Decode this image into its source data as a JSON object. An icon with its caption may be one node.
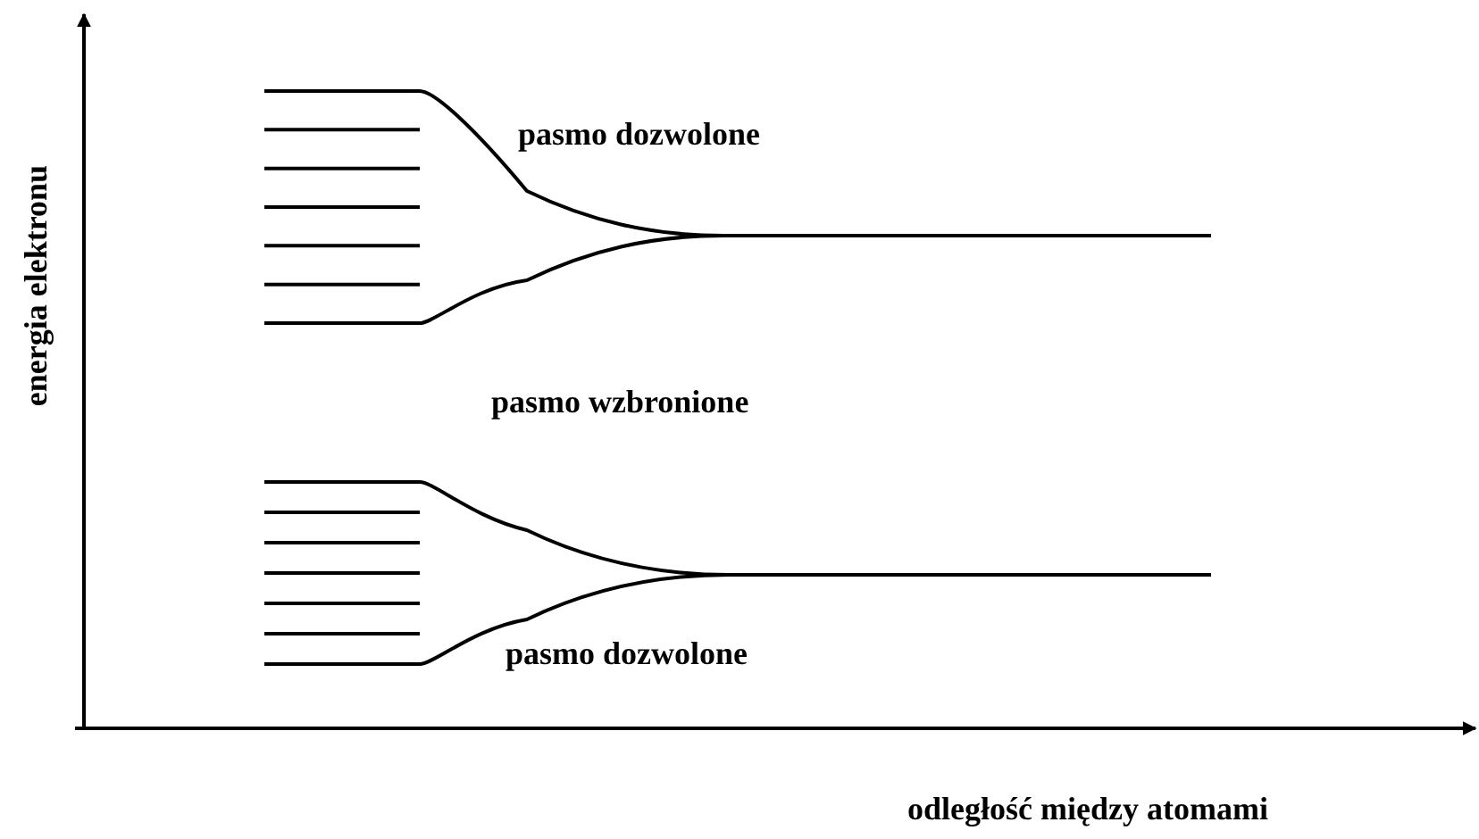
{
  "diagram": {
    "labels": [
      "energia elektronu",
      "pasmo dozwolone",
      "pasmo wzbronione",
      "pasmo dozwolone",
      "odległość między atomami"
    ]
  }
}
